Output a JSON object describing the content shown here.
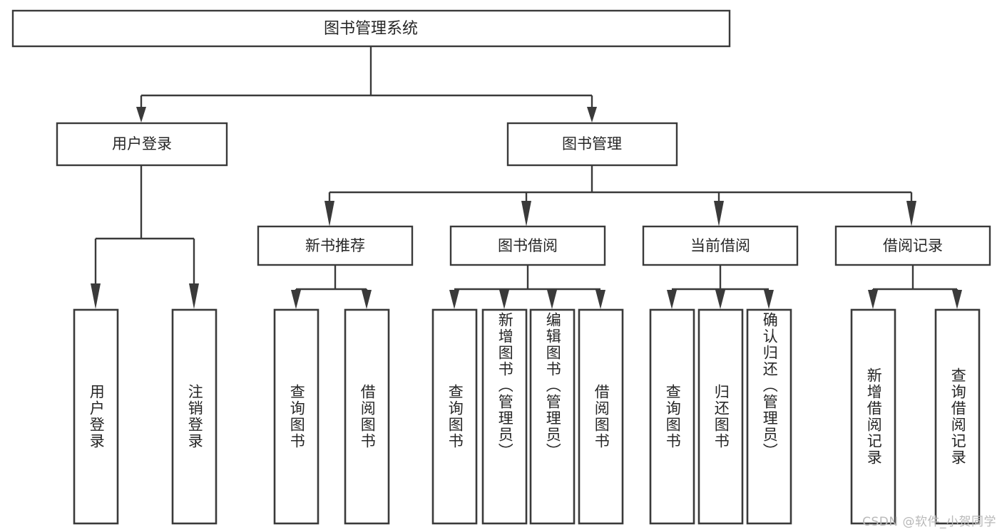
{
  "diagram": {
    "type": "tree",
    "title": "图书管理系统",
    "orientation": "top-down",
    "colors": {
      "background": "#ffffff",
      "box_stroke": "#3a3a3a",
      "box_fill": "#ffffff",
      "text": "#262626",
      "watermark": "#b9b9b9"
    },
    "root": {
      "label": "图书管理系统"
    },
    "level2": [
      {
        "label": "用户登录"
      },
      {
        "label": "图书管理"
      }
    ],
    "level3": [
      {
        "label": "新书推荐"
      },
      {
        "label": "图书借阅"
      },
      {
        "label": "当前借阅"
      },
      {
        "label": "借阅记录"
      }
    ],
    "leaves": {
      "user_login": [
        {
          "label": "用户登录"
        },
        {
          "label": "注销登录"
        }
      ],
      "new_book_recommend": [
        {
          "label": "查询图书"
        },
        {
          "label": "借阅图书"
        }
      ],
      "book_borrow": [
        {
          "label": "查询图书"
        },
        {
          "label": "新增图书（管理员）"
        },
        {
          "label": "编辑图书（管理员）"
        },
        {
          "label": "借阅图书"
        }
      ],
      "current_borrow": [
        {
          "label": "查询图书"
        },
        {
          "label": "归还图书"
        },
        {
          "label": "确认归还（管理员）"
        }
      ],
      "borrow_records": [
        {
          "label": "新增借阅记录"
        },
        {
          "label": "查询借阅记录"
        }
      ]
    }
  },
  "watermark": {
    "text": "CSDN @软件_小贺同学"
  }
}
